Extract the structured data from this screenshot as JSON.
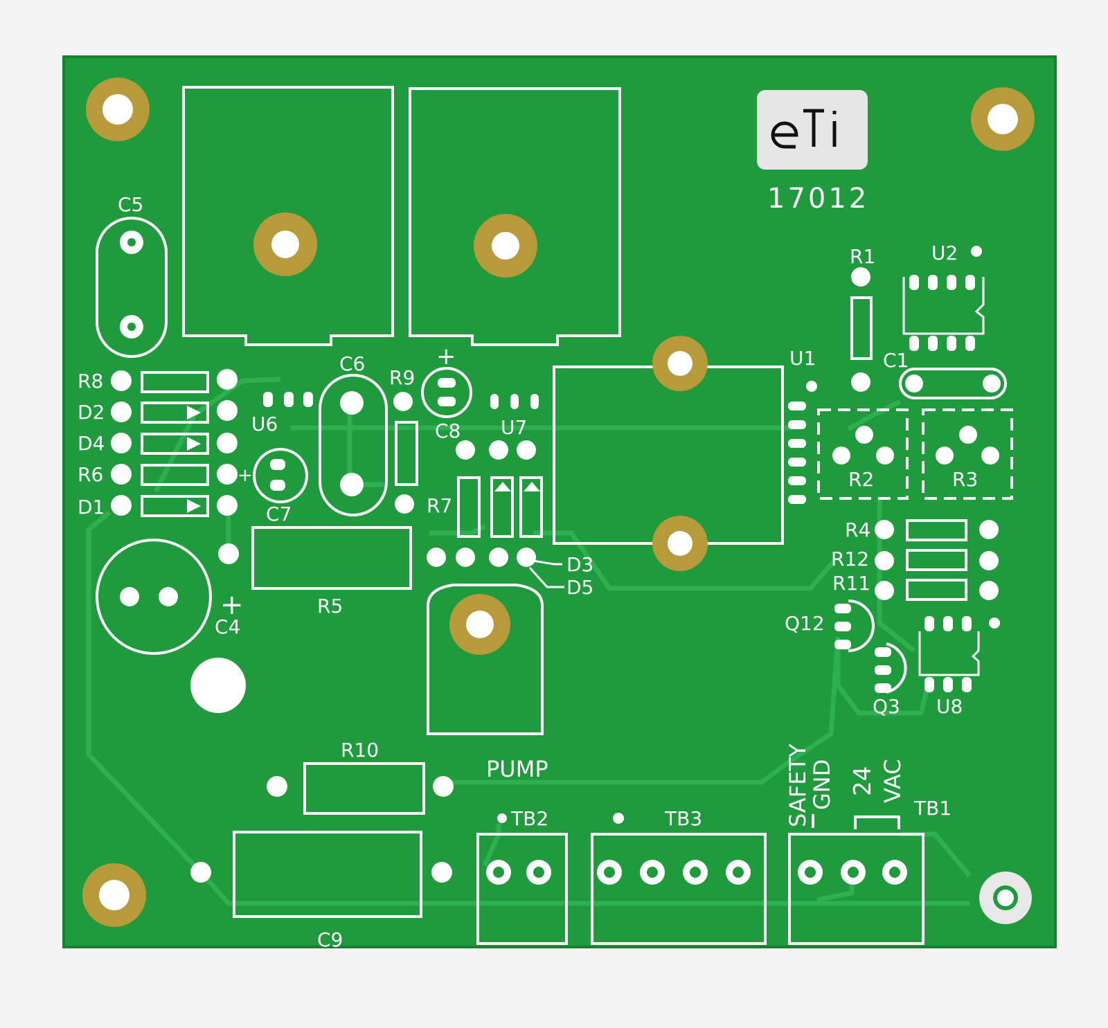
{
  "colors": {
    "background": "#f4f4f4",
    "board": "#1f9a3c",
    "board_edge": "#168232",
    "trace": "#2fb050",
    "silk": "#ffffff",
    "pad": "#ffffff",
    "gold_ring": "#b79a3a",
    "logo_bg": "#e6e6e6",
    "logo_ink": "#111111"
  },
  "logo": {
    "text": "eti",
    "part_number": "17012"
  },
  "labels": {
    "C5": "C5",
    "C6": "C6",
    "R9": "R9",
    "R8": "R8",
    "D2": "D2",
    "D4": "D4",
    "R6": "R6",
    "D1": "D1",
    "U6": "U6",
    "C7": "C7",
    "C8": "C8",
    "U7": "U7",
    "R7": "R7",
    "D3": "D3",
    "D5": "D5",
    "R5": "R5",
    "C4": "C4",
    "U1": "U1",
    "R1": "R1",
    "U2": "U2",
    "C1": "C1",
    "R2": "R2",
    "R3": "R3",
    "R4": "R4",
    "R12": "R12",
    "R11": "R11",
    "Q12": "Q12",
    "Q3": "Q3",
    "U8": "U8",
    "R10": "R10",
    "PUMP": "PUMP",
    "TB2": "TB2",
    "TB3": "TB3",
    "TB1": "TB1",
    "C9": "C9",
    "SAFETY": "SAFETY",
    "GND": "GND",
    "V24": "24",
    "VAC": "VAC",
    "plus_c4": "+",
    "plus_c8": "+",
    "plus_c7": "+"
  }
}
